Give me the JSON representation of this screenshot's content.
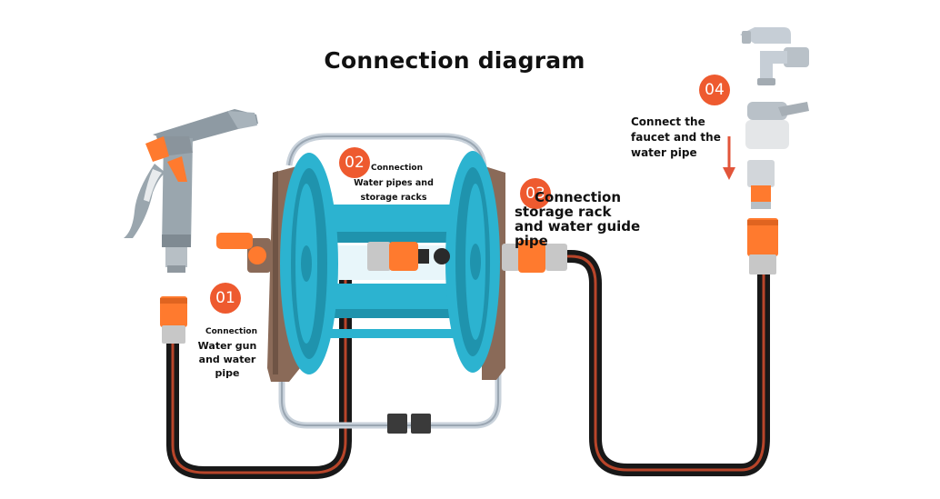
{
  "title": "Connection diagram",
  "steps": [
    {
      "number": "01",
      "heading": "Connection",
      "text": "Water gun and water pipe"
    },
    {
      "number": "02",
      "heading": "Connection",
      "text": "Water pipes and storage racks"
    },
    {
      "number": "03",
      "heading": "Connection",
      "text": "storage rack and water guide pipe"
    },
    {
      "number": "04",
      "text": "Connect the faucet and the water pipe"
    }
  ],
  "colors": {
    "accent": "#ee5a2f",
    "reel": "#2cb3d0",
    "reel_dark": "#1f93ad",
    "frame": "#8a6a58",
    "connector": "#ff7a2e",
    "hose": "#1a1a1a",
    "hose_stripe": "#c24a2a",
    "metal": "#c9d2db"
  },
  "icons": [
    "spray-gun-icon",
    "hose-reel-icon",
    "faucet-icon",
    "faucet-adapter-icon",
    "down-arrow-icon"
  ]
}
